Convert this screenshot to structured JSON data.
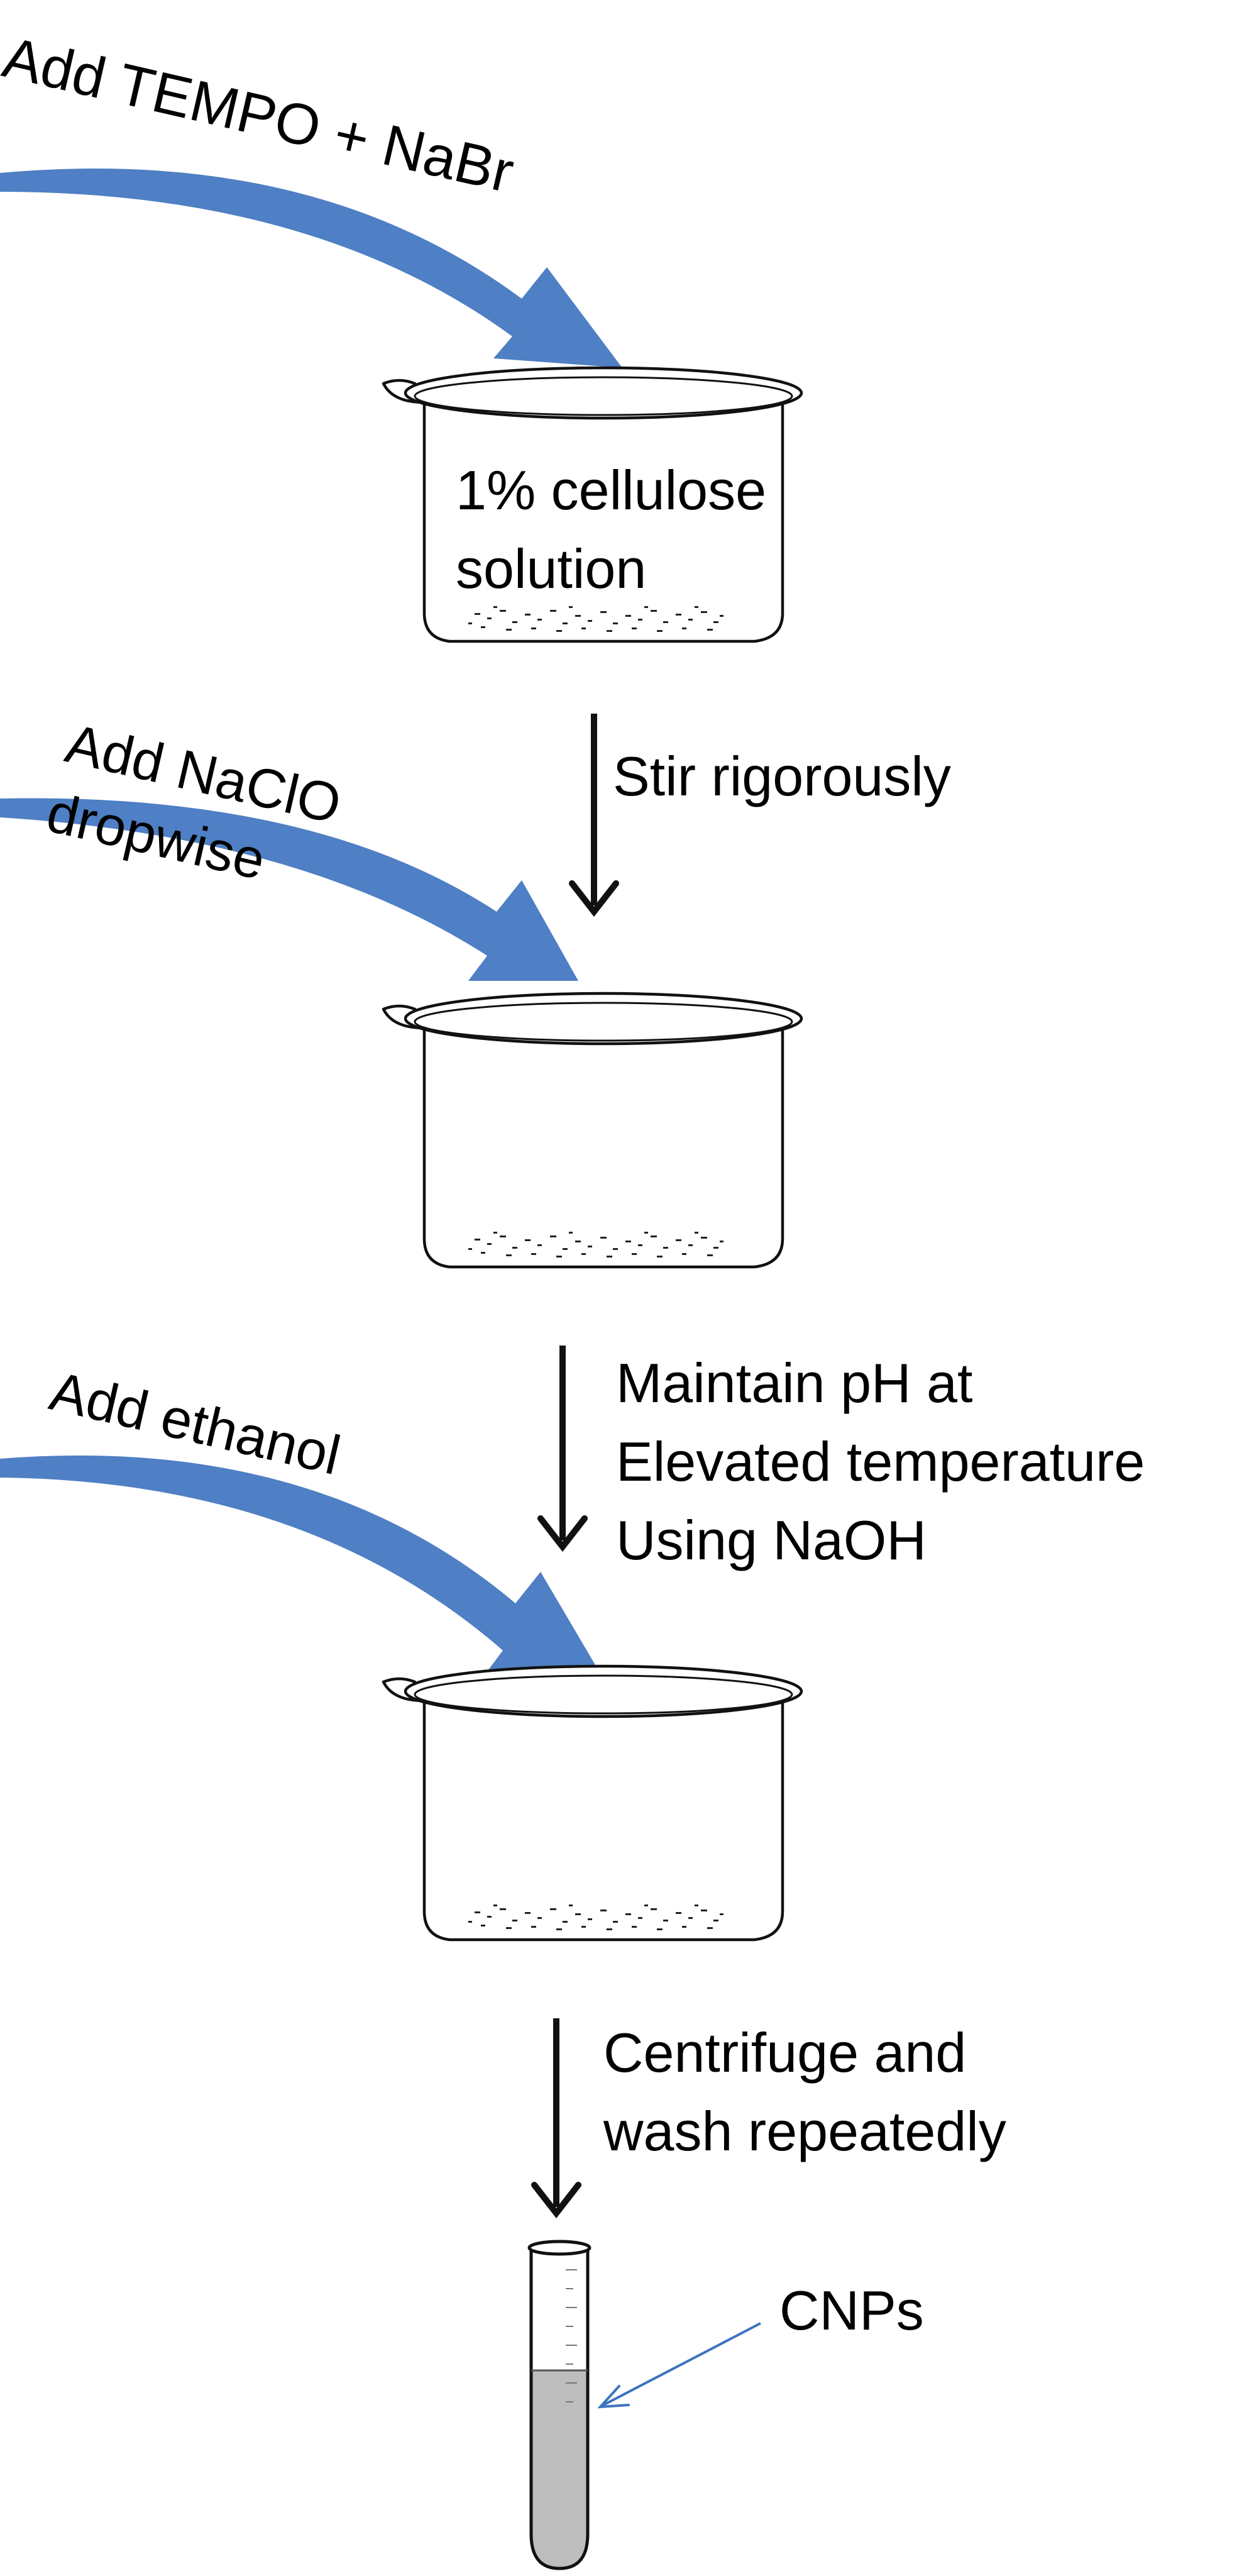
{
  "steps": {
    "step1_add_label": "Add TEMPO + NaBr",
    "beaker1_contents": [
      "1% cellulose",
      "solution"
    ],
    "step2_action": "Stir rigorously",
    "step2_add_label": [
      "Add NaClO",
      "dropwise"
    ],
    "step3_action": [
      "Maintain pH at",
      "Elevated temperature",
      "Using NaOH"
    ],
    "step3_add_label": "Add ethanol",
    "step4_action": [
      "Centrifuge and",
      "wash repeatedly"
    ],
    "product_label": "CNPs"
  },
  "colors": {
    "add_arrow": "#4f7fc4",
    "pointer_arrow": "#3d73bf",
    "tube_liquid": "#bdbdbd",
    "line": "#111111"
  },
  "icons": [
    "beaker-icon",
    "test-tube-icon",
    "curved-arrow-icon",
    "down-arrow-icon"
  ]
}
